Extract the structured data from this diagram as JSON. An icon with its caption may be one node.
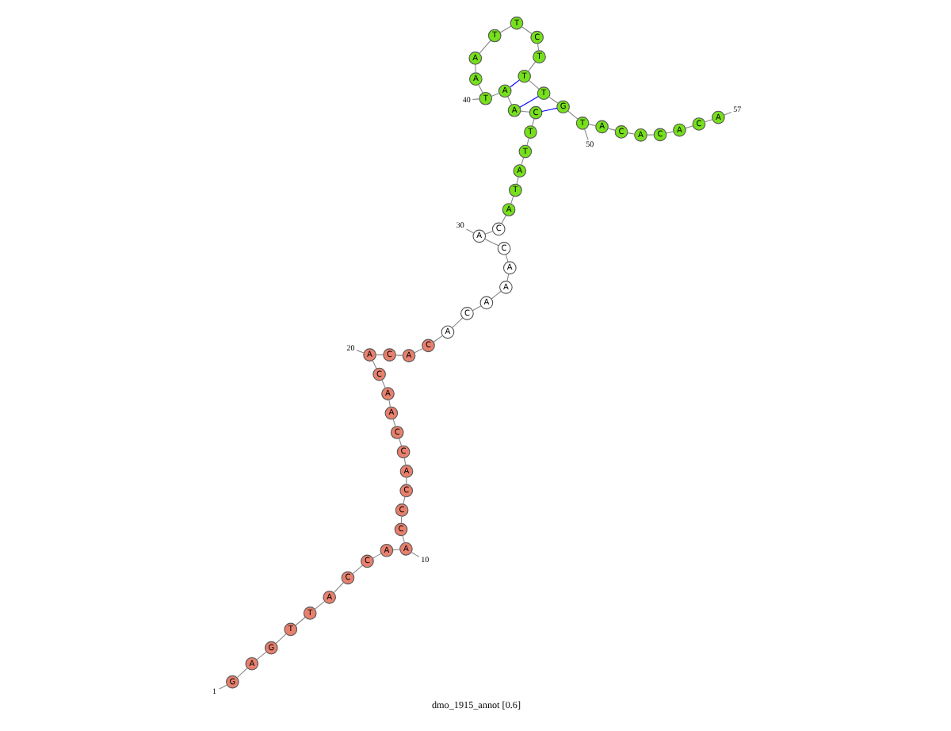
{
  "diagram": {
    "caption": "dmo_1915_annot [0.6]",
    "nodes": [
      {
        "text": [
          "G"
        ]
      },
      {
        "text": [
          "A"
        ]
      },
      {
        "text": [
          "G"
        ]
      },
      {
        "text": [
          "T"
        ]
      },
      {
        "text": [
          "T"
        ]
      },
      {
        "text": [
          "A"
        ]
      },
      {
        "text": [
          "C"
        ]
      },
      {
        "text": [
          "C"
        ]
      },
      {
        "text": [
          "A"
        ]
      },
      {
        "text": [
          "A"
        ]
      },
      {
        "text": [
          "C"
        ]
      },
      {
        "text": [
          "C"
        ]
      },
      {
        "text": [
          "C"
        ]
      },
      {
        "text": [
          "A"
        ]
      },
      {
        "text": [
          "C"
        ]
      },
      {
        "text": [
          "C"
        ]
      },
      {
        "text": [
          "A"
        ]
      },
      {
        "text": [
          "A"
        ]
      },
      {
        "text": [
          "C"
        ]
      },
      {
        "text": [
          "A"
        ]
      },
      {
        "text": [
          "C"
        ]
      },
      {
        "text": [
          "A"
        ]
      },
      {
        "text": [
          "C"
        ]
      },
      {
        "text": [
          "A"
        ]
      },
      {
        "text": [
          "C"
        ]
      },
      {
        "text": [
          "A"
        ]
      },
      {
        "text": [
          "A"
        ]
      },
      {
        "text": [
          "A"
        ]
      },
      {
        "text": [
          "C"
        ]
      },
      {
        "text": [
          "A"
        ]
      },
      {
        "text": [
          "C"
        ]
      },
      {
        "text": [
          "A"
        ]
      },
      {
        "text": [
          "T"
        ]
      },
      {
        "text": [
          "A"
        ]
      },
      {
        "text": [
          "T"
        ]
      },
      {
        "text": [
          "T"
        ]
      },
      {
        "text": [
          "C"
        ]
      },
      {
        "text": [
          "A"
        ]
      },
      {
        "text": [
          "A"
        ]
      },
      {
        "text": [
          "T"
        ]
      },
      {
        "text": [
          "A"
        ]
      },
      {
        "text": [
          "A"
        ]
      },
      {
        "text": [
          "T"
        ]
      },
      {
        "text": [
          "T"
        ]
      },
      {
        "text": [
          "C"
        ]
      },
      {
        "text": [
          "T"
        ]
      },
      {
        "text": [
          "T"
        ]
      },
      {
        "text": [
          "T"
        ]
      },
      {
        "text": [
          "G"
        ]
      },
      {
        "text": [
          "T"
        ]
      },
      {
        "text": [
          "A"
        ]
      },
      {
        "text": [
          "C"
        ]
      },
      {
        "text": [
          "A"
        ]
      },
      {
        "text": [
          "C"
        ]
      },
      {
        "text": [
          "A"
        ]
      },
      {
        "text": [
          "C"
        ]
      },
      {
        "text": [
          "A"
        ]
      },
      {
        "text": [
          "1"
        ]
      },
      {
        "text": [
          "10"
        ]
      },
      {
        "text": [
          "20"
        ]
      },
      {
        "text": [
          "30"
        ]
      },
      {
        "text": [
          "40"
        ]
      },
      {
        "text": [
          "50"
        ]
      },
      {
        "text": [
          "57"
        ]
      }
    ],
    "edges": [
      {
        "from": 0,
        "to": 1,
        "arrow": "none"
      },
      {
        "from": 1,
        "to": 2,
        "arrow": "none"
      },
      {
        "from": 2,
        "to": 3,
        "arrow": "none"
      },
      {
        "from": 3,
        "to": 4,
        "arrow": "none"
      },
      {
        "from": 4,
        "to": 5,
        "arrow": "none"
      },
      {
        "from": 5,
        "to": 6,
        "arrow": "none"
      },
      {
        "from": 6,
        "to": 7,
        "arrow": "none"
      },
      {
        "from": 7,
        "to": 8,
        "arrow": "none"
      },
      {
        "from": 8,
        "to": 9,
        "arrow": "none"
      },
      {
        "from": 9,
        "to": 10,
        "arrow": "none"
      },
      {
        "from": 10,
        "to": 11,
        "arrow": "none"
      },
      {
        "from": 11,
        "to": 12,
        "arrow": "none"
      },
      {
        "from": 12,
        "to": 13,
        "arrow": "none"
      },
      {
        "from": 13,
        "to": 14,
        "arrow": "none"
      },
      {
        "from": 14,
        "to": 15,
        "arrow": "none"
      },
      {
        "from": 15,
        "to": 16,
        "arrow": "none"
      },
      {
        "from": 16,
        "to": 17,
        "arrow": "none"
      },
      {
        "from": 17,
        "to": 18,
        "arrow": "none"
      },
      {
        "from": 18,
        "to": 19,
        "arrow": "none"
      },
      {
        "from": 19,
        "to": 20,
        "arrow": "none"
      },
      {
        "from": 20,
        "to": 21,
        "arrow": "none"
      },
      {
        "from": 21,
        "to": 22,
        "arrow": "none"
      },
      {
        "from": 22,
        "to": 23,
        "arrow": "none"
      },
      {
        "from": 23,
        "to": 24,
        "arrow": "none"
      },
      {
        "from": 24,
        "to": 25,
        "arrow": "none"
      },
      {
        "from": 25,
        "to": 26,
        "arrow": "none"
      },
      {
        "from": 26,
        "to": 27,
        "arrow": "none"
      },
      {
        "from": 27,
        "to": 28,
        "arrow": "none"
      },
      {
        "from": 28,
        "to": 29,
        "arrow": "none"
      },
      {
        "from": 29,
        "to": 30,
        "arrow": "none"
      },
      {
        "from": 30,
        "to": 31,
        "arrow": "none"
      },
      {
        "from": 31,
        "to": 32,
        "arrow": "none"
      },
      {
        "from": 32,
        "to": 33,
        "arrow": "none"
      },
      {
        "from": 33,
        "to": 34,
        "arrow": "none"
      },
      {
        "from": 34,
        "to": 35,
        "arrow": "none"
      },
      {
        "from": 35,
        "to": 36,
        "arrow": "none"
      },
      {
        "from": 36,
        "to": 37,
        "arrow": "none"
      },
      {
        "from": 37,
        "to": 38,
        "arrow": "none"
      },
      {
        "from": 38,
        "to": 39,
        "arrow": "none"
      },
      {
        "from": 39,
        "to": 40,
        "arrow": "none"
      },
      {
        "from": 40,
        "to": 41,
        "arrow": "none"
      },
      {
        "from": 41,
        "to": 42,
        "arrow": "none"
      },
      {
        "from": 42,
        "to": 43,
        "arrow": "none"
      },
      {
        "from": 43,
        "to": 44,
        "arrow": "none"
      },
      {
        "from": 44,
        "to": 45,
        "arrow": "none"
      },
      {
        "from": 45,
        "to": 46,
        "arrow": "none"
      },
      {
        "from": 46,
        "to": 47,
        "arrow": "none"
      },
      {
        "from": 47,
        "to": 48,
        "arrow": "none"
      },
      {
        "from": 48,
        "to": 49,
        "arrow": "none"
      },
      {
        "from": 49,
        "to": 50,
        "arrow": "none"
      },
      {
        "from": 50,
        "to": 51,
        "arrow": "none"
      },
      {
        "from": 51,
        "to": 52,
        "arrow": "none"
      },
      {
        "from": 52,
        "to": 53,
        "arrow": "none"
      },
      {
        "from": 53,
        "to": 54,
        "arrow": "none"
      },
      {
        "from": 54,
        "to": 55,
        "arrow": "none"
      },
      {
        "from": 55,
        "to": 56,
        "arrow": "none"
      },
      {
        "from": 36,
        "to": 48,
        "arrow": "none",
        "color": "#0000ff"
      },
      {
        "from": 37,
        "to": 47,
        "arrow": "none",
        "color": "#0000ff"
      },
      {
        "from": 38,
        "to": 46,
        "arrow": "none",
        "color": "#0000ff"
      },
      {
        "from": 57,
        "to": 0,
        "arrow": "none"
      },
      {
        "from": 58,
        "to": 9,
        "arrow": "none"
      },
      {
        "from": 59,
        "to": 19,
        "arrow": "none"
      },
      {
        "from": 60,
        "to": 29,
        "arrow": "none"
      },
      {
        "from": 61,
        "to": 39,
        "arrow": "none"
      },
      {
        "from": 62,
        "to": 49,
        "arrow": "none"
      },
      {
        "from": 63,
        "to": 56,
        "arrow": "none"
      }
    ]
  }
}
